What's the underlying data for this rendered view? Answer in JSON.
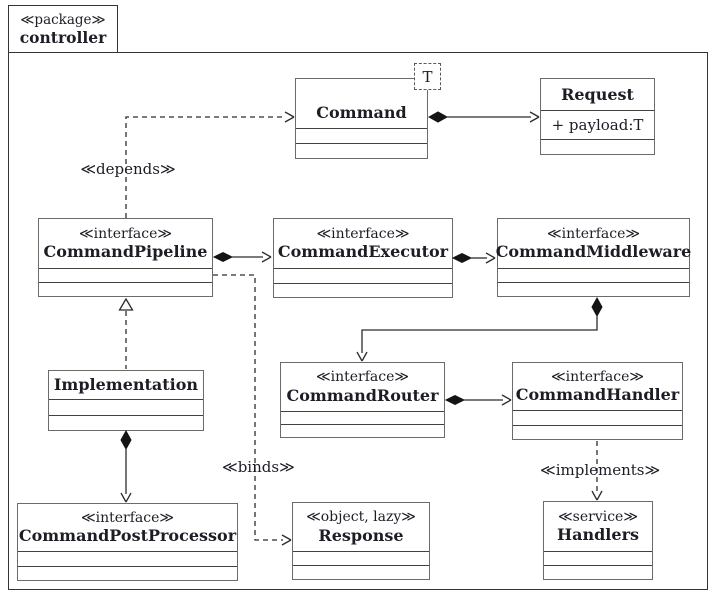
{
  "package": {
    "stereotype": "≪package≫",
    "name": "controller"
  },
  "classes": {
    "command": {
      "name": "Command",
      "template_param": "T"
    },
    "request": {
      "name": "Request",
      "attributes": [
        "+ payload:T"
      ]
    },
    "command_pipeline": {
      "stereotype": "≪interface≫",
      "name": "CommandPipeline"
    },
    "command_executor": {
      "stereotype": "≪interface≫",
      "name": "CommandExecutor"
    },
    "command_middleware": {
      "stereotype": "≪interface≫",
      "name": "CommandMiddleware"
    },
    "implementation": {
      "name": "Implementation"
    },
    "command_router": {
      "stereotype": "≪interface≫",
      "name": "CommandRouter"
    },
    "command_handler": {
      "stereotype": "≪interface≫",
      "name": "CommandHandler"
    },
    "command_post_processor": {
      "stereotype": "≪interface≫",
      "name": "CommandPostProcessor"
    },
    "response": {
      "stereotype": "≪object, lazy≫",
      "name": "Response"
    },
    "handlers": {
      "stereotype": "≪service≫",
      "name": "Handlers"
    }
  },
  "edges": {
    "depends": {
      "label": "≪depends≫",
      "from": "CommandPipeline",
      "to": "Command",
      "type": "dashed-dependency"
    },
    "binds": {
      "label": "≪binds≫",
      "from": "CommandPipeline",
      "to": "Response",
      "type": "dashed-dependency"
    },
    "implements": {
      "label": "≪implements≫",
      "from": "CommandHandler",
      "to": "Handlers",
      "type": "dashed-dependency"
    },
    "compositions": [
      {
        "from": "Command",
        "to": "Request"
      },
      {
        "from": "CommandPipeline",
        "to": "CommandExecutor"
      },
      {
        "from": "CommandExecutor",
        "to": "CommandMiddleware"
      },
      {
        "from": "CommandMiddleware",
        "to": "CommandRouter"
      },
      {
        "from": "CommandRouter",
        "to": "CommandHandler"
      },
      {
        "from": "Implementation",
        "to": "CommandPostProcessor"
      }
    ],
    "realizations": [
      {
        "from": "Implementation",
        "to": "CommandPipeline"
      }
    ]
  },
  "colors": {
    "line": "#2c2c2c",
    "border": "#6b6b6b",
    "text": "#1d1d26",
    "background": "#ffffff"
  }
}
